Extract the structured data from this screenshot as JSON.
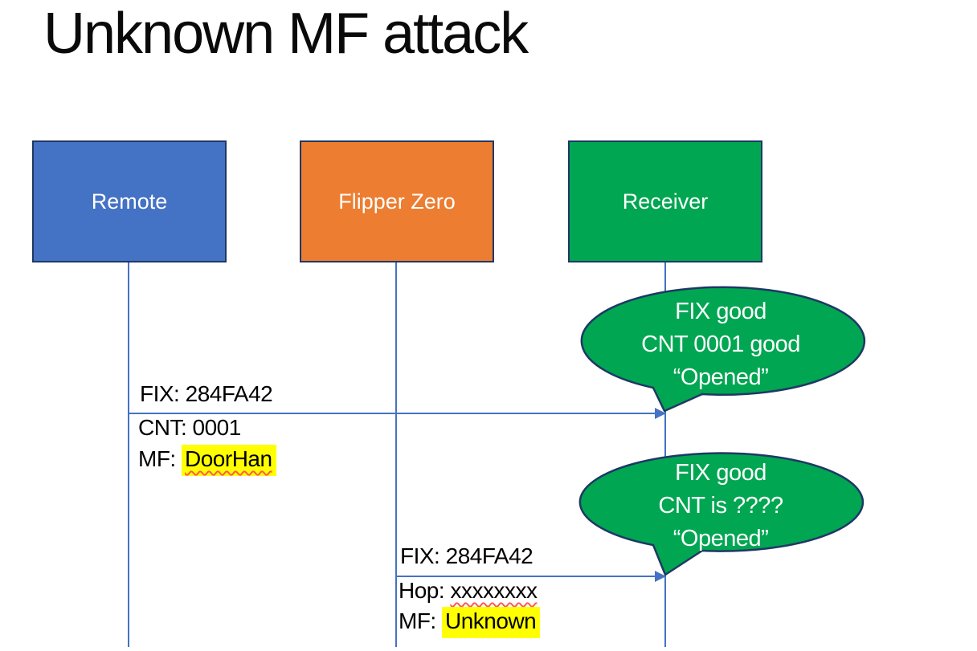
{
  "slide": {
    "title": "Unknown MF attack"
  },
  "actors": [
    {
      "label": "Remote",
      "color": "#4472c4"
    },
    {
      "label": "Flipper Zero",
      "color": "#ed7d31"
    },
    {
      "label": "Receiver",
      "color": "#00a651"
    }
  ],
  "messages": [
    {
      "line1": "FIX: 284FA42",
      "line2": "CNT: 0001",
      "line3_prefix": "MF: ",
      "line3_value": "DoorHan"
    },
    {
      "line1": "FIX: 284FA42",
      "line2_prefix": "Hop: ",
      "line2_value": "xxxxxxxx",
      "line3_prefix": "MF: ",
      "line3_value": "Unknown"
    }
  ],
  "bubbles": [
    {
      "line1": "FIX good",
      "line2": "CNT 0001 good",
      "line3": "“Opened”"
    },
    {
      "line1": "FIX good",
      "line2": "CNT is ????",
      "line3": "“Opened”"
    }
  ],
  "colors": {
    "line_blue": "#4472c4",
    "border_navy": "#1f3864",
    "green": "#00a651",
    "orange": "#ed7d31",
    "highlight_yellow": "#ffff00",
    "squiggle_red": "#ff5a52"
  }
}
